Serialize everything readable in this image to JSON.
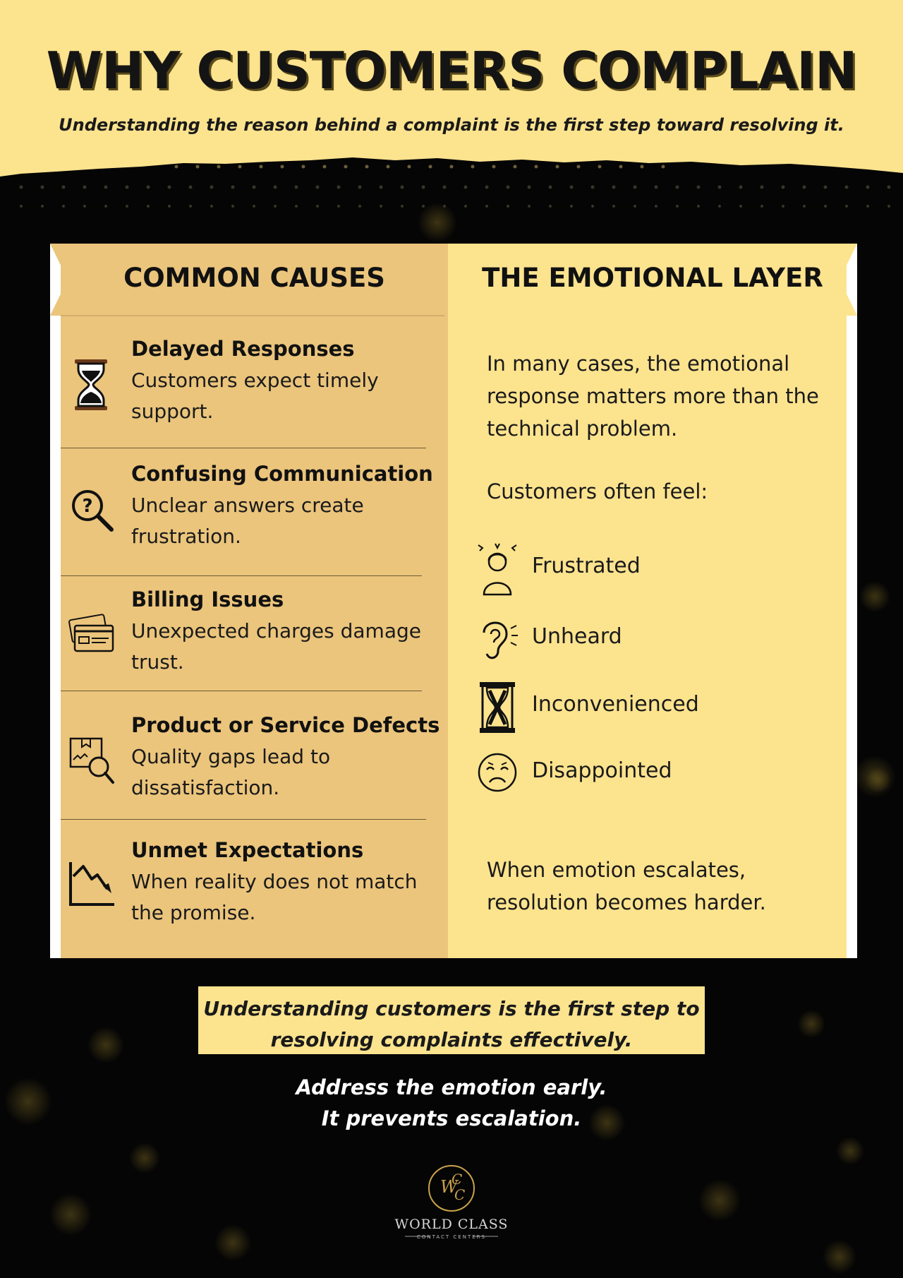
{
  "header": {
    "title": "WHY CUSTOMERS COMPLAIN",
    "subtitle": "Understanding the reason behind a complaint is the first step toward resolving it."
  },
  "left_column": {
    "heading": "COMMON CAUSES",
    "causes": [
      {
        "icon": "hourglass-icon",
        "name": "Delayed Responses",
        "description": "Customers expect timely support."
      },
      {
        "icon": "question-magnifier-icon",
        "name": "Confusing Communication",
        "description": "Unclear answers create frustration."
      },
      {
        "icon": "credit-card-icon",
        "name": "Billing Issues",
        "description": "Unexpected charges damage trust."
      },
      {
        "icon": "box-inspection-icon",
        "name": "Product or Service Defects",
        "description": "Quality gaps lead to dissatisfaction."
      },
      {
        "icon": "declining-chart-icon",
        "name": "Unmet Expectations",
        "description": "When reality does not match the promise."
      }
    ]
  },
  "right_column": {
    "heading": "THE EMOTIONAL LAYER",
    "intro": "In many cases, the emotional response matters more than the technical problem.",
    "feel_lead": "Customers often feel:",
    "feelings": [
      {
        "icon": "frustrated-person-icon",
        "label": "Frustrated"
      },
      {
        "icon": "ear-icon",
        "label": "Unheard"
      },
      {
        "icon": "hourglass-icon",
        "label": "Inconvenienced"
      },
      {
        "icon": "sad-face-icon",
        "label": "Disappointed"
      }
    ],
    "outro": "When emotion escalates, resolution becomes harder."
  },
  "callout": {
    "text": "Understanding customers is the first step to resolving complaints effectively."
  },
  "closing": {
    "line1": "Address the emotion early.",
    "line2": "It prevents escalation."
  },
  "brand": {
    "monogram": "WCC",
    "name": "WORLD CLASS",
    "tagline": "CONTACT CENTERS"
  },
  "colors": {
    "header_bg": "#fce38e",
    "left_column_bg": "#ebc57c",
    "right_column_bg": "#fce38e",
    "page_bg": "#050505",
    "logo_gold": "#c9a24a"
  }
}
